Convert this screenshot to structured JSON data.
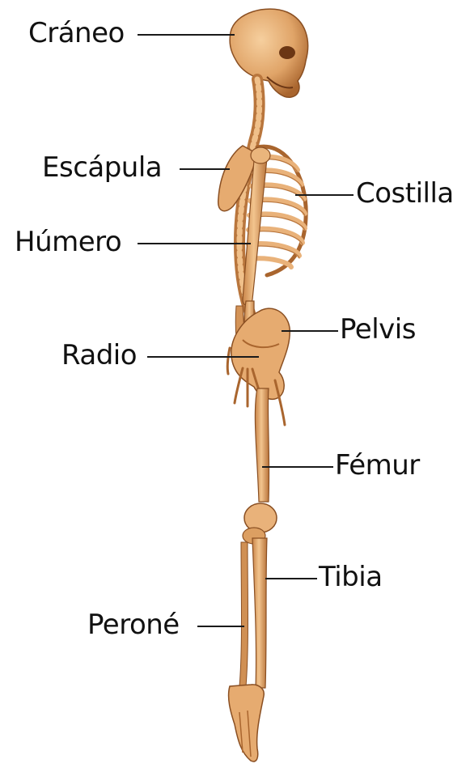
{
  "labels": {
    "craneo": "Cráneo",
    "escapula": "Escápula",
    "humero": "Húmero",
    "radio": "Radio",
    "peroné": "Peroné",
    "costilla": "Costilla",
    "pelvis": "Pelvis",
    "femur": "Fémur",
    "tibia": "Tibia"
  },
  "colors": {
    "bone": "#e9b27a",
    "bone_shadow": "#b9763d",
    "bone_dark": "#8a4f22",
    "leader": "#1a1a1a"
  }
}
